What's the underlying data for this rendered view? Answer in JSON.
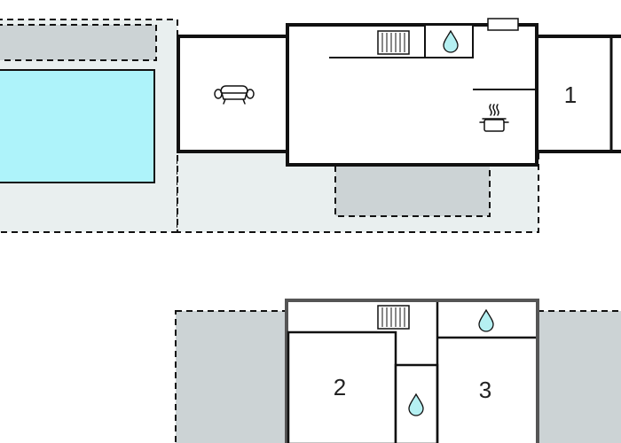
{
  "colors": {
    "wall": "#111111",
    "outdoor_area": "#e9efef",
    "paved_area": "#ccd3d5",
    "pool": "#aef3fa",
    "water_drop": "#b5f0f2",
    "floor": "#ffffff",
    "radiator": "#ffffff"
  },
  "icons": {
    "sofa": "sofa-icon",
    "pot": "cooking-pot-icon",
    "water": "water-drop-icon",
    "radiator": "radiator-icon"
  },
  "rooms": {
    "bedroom_1": {
      "label": "1"
    },
    "bedroom_2": {
      "label": "2"
    },
    "bedroom_3": {
      "label": "3"
    }
  }
}
